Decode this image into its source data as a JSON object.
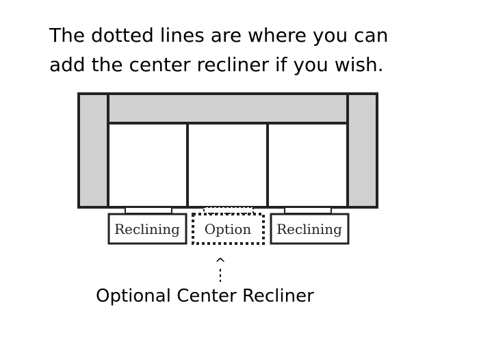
{
  "caption": {
    "line1": "The dotted lines are where you can",
    "line2": "add the center recliner if you wish."
  },
  "seats": {
    "left": "Reclining",
    "center": "Option",
    "right": "Reclining"
  },
  "arrow_glyph": "^",
  "bottom_label": "Optional Center Recliner",
  "colors": {
    "sofa_fill": "#d0d0d0",
    "outline": "#222222",
    "cushion_fill": "#ffffff"
  }
}
